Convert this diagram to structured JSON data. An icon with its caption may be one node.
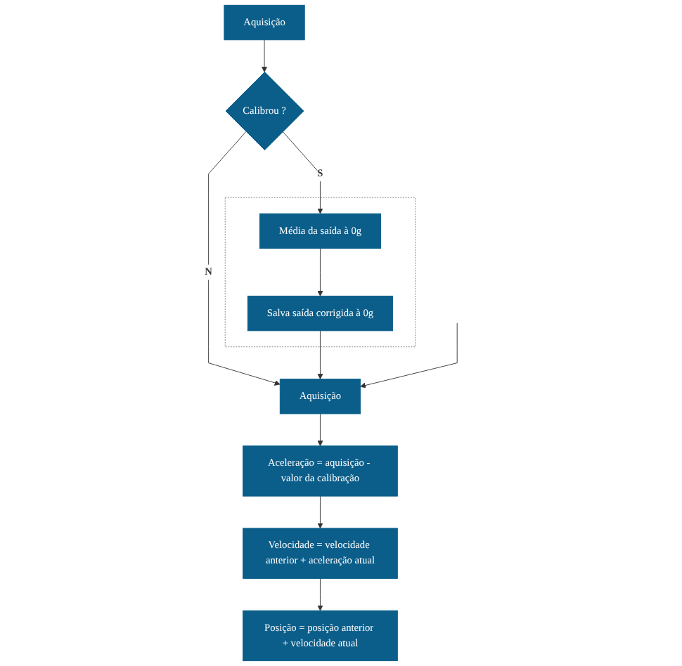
{
  "diagram": {
    "nodes": [
      {
        "text": [
          "Aquisição"
        ]
      },
      {
        "text": [
          "Calibrou ?"
        ]
      },
      {
        "text": [],
        "shape": "box"
      },
      {
        "text": [
          "Média da saída à 0g"
        ],
        "in": 2
      },
      {
        "text": [
          "Salva saída corrigida à 0g"
        ],
        "in": 2
      },
      {
        "text": [
          "Aquisição"
        ]
      },
      {
        "text": [
          "Aceleração = aquisição - valor da calibração"
        ]
      },
      {
        "text": [
          "Velocidade = velocidade anterior + aceleração atual"
        ]
      },
      {
        "text": [
          "Posição = posição anterior + velocidade atual"
        ]
      }
    ],
    "edges": [
      {
        "from": 0,
        "to": 1,
        "arrow": "to"
      },
      {
        "from": 1,
        "to": 3,
        "arrow": "to",
        "label": "S"
      },
      {
        "from": 1,
        "to": 5,
        "arrow": "to",
        "label": "N"
      },
      {
        "from": 3,
        "to": 4,
        "arrow": "to"
      },
      {
        "from": 4,
        "to": 5,
        "arrow": "to"
      },
      {
        "from": null,
        "to": 5,
        "arrow": "to"
      },
      {
        "from": 5,
        "to": 6,
        "arrow": "to"
      },
      {
        "from": 6,
        "to": 7,
        "arrow": "to"
      },
      {
        "from": 7,
        "to": 8,
        "arrow": "to"
      }
    ]
  }
}
